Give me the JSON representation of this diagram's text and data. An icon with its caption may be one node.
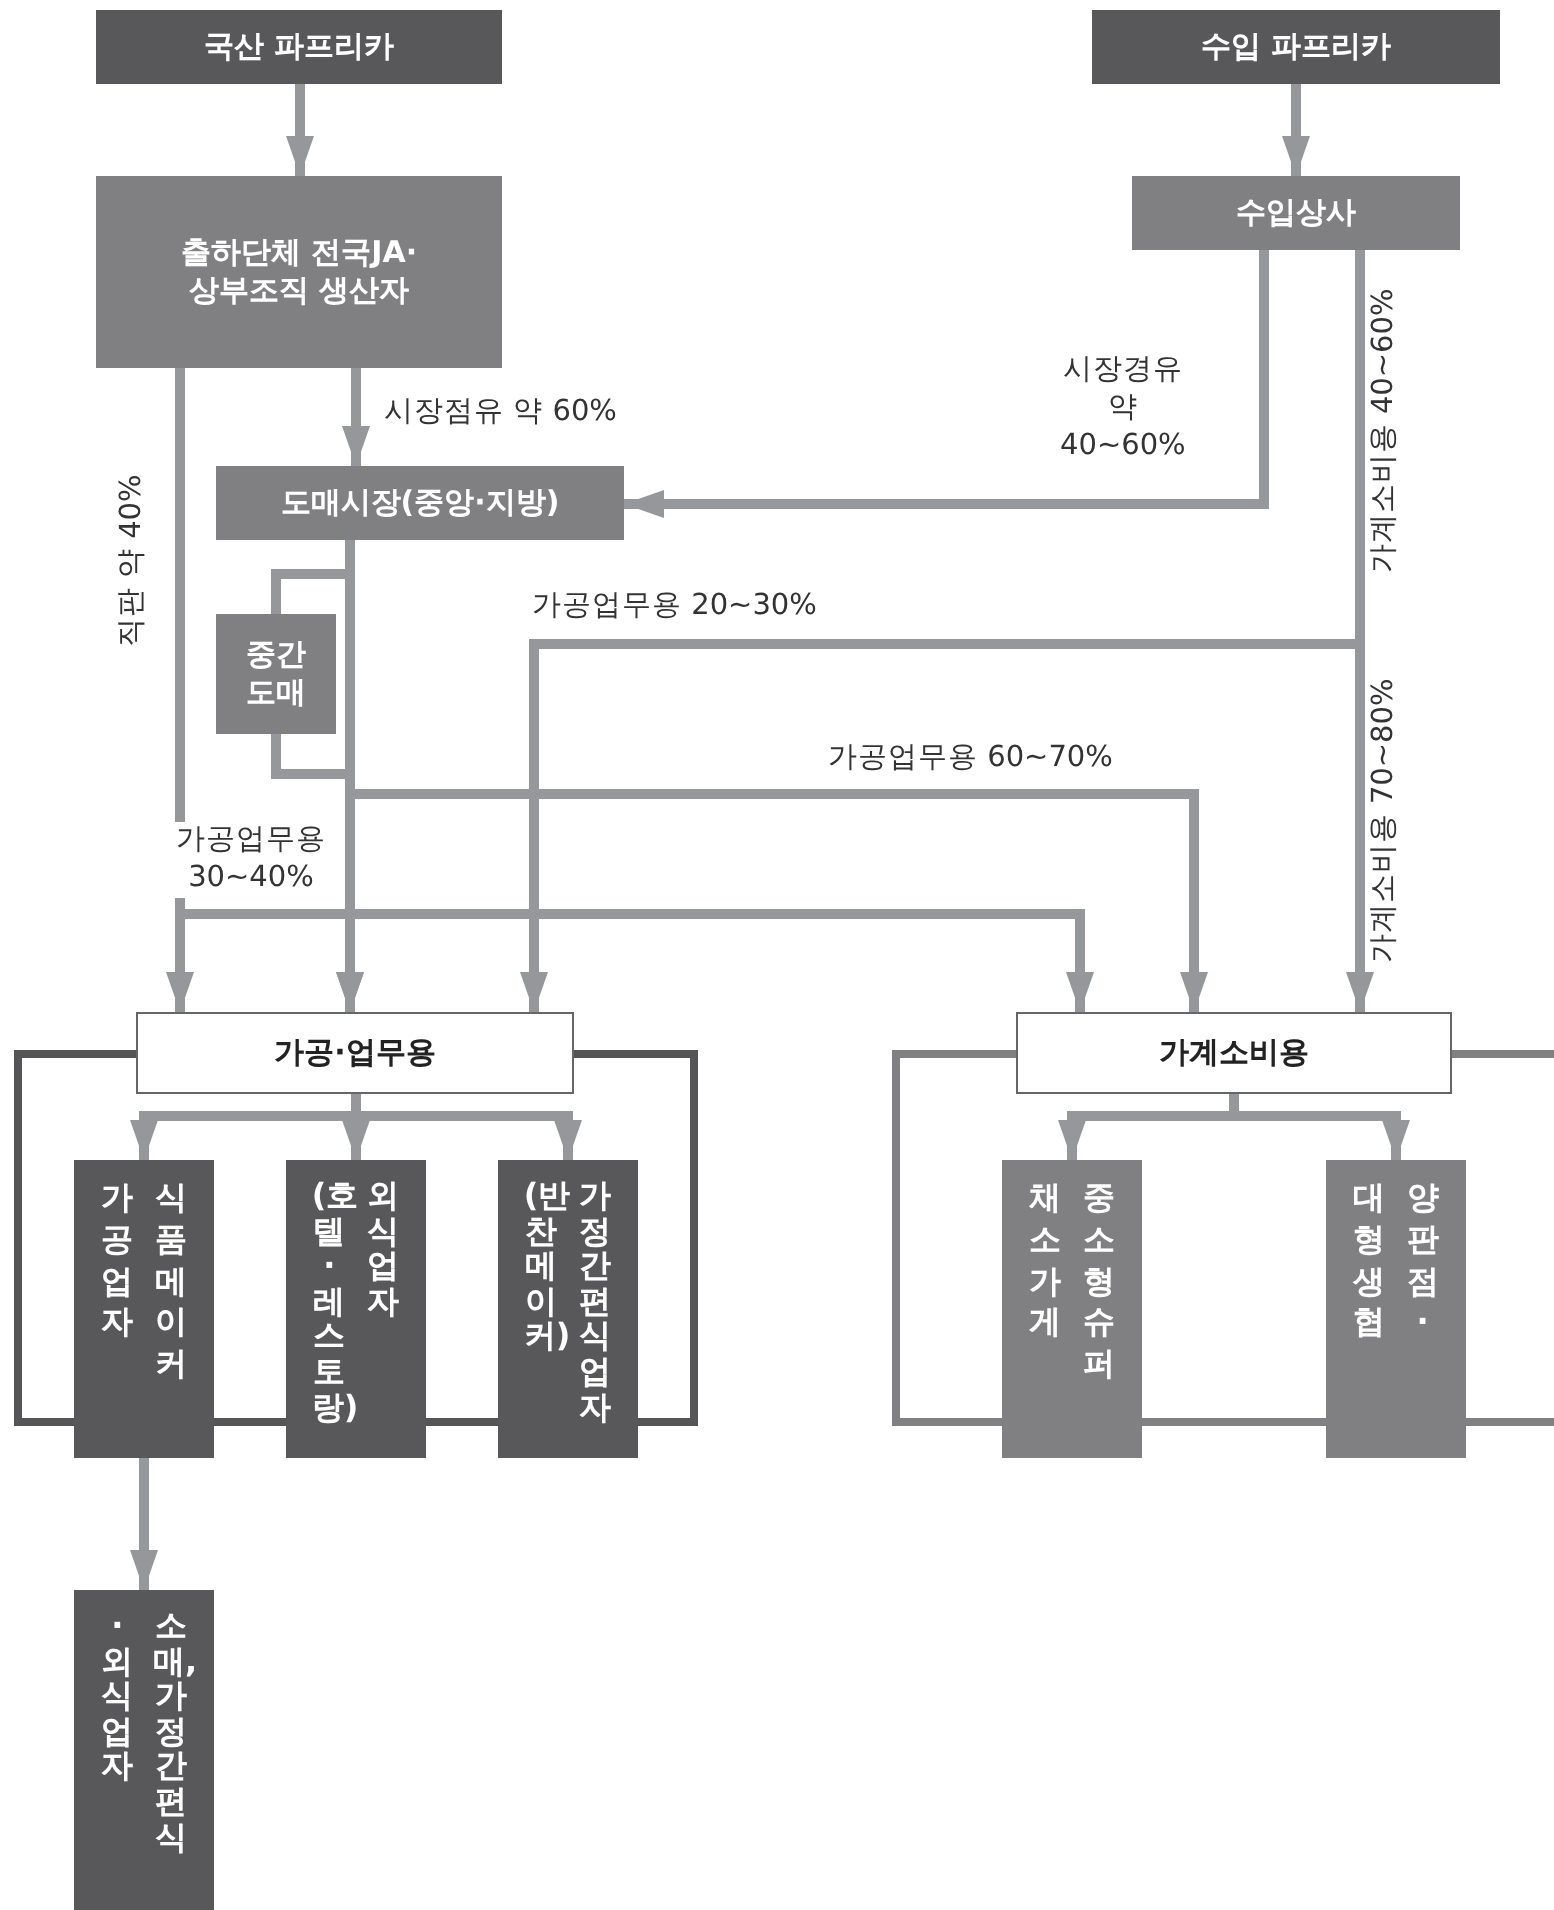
{
  "diagram": {
    "nodes": [
      {
        "text": [
          "국산 파프리카"
        ]
      },
      {
        "text": [
          "출하단체 전국JA·상부조직 생산자"
        ]
      },
      {
        "text": [
          "수입 파프리카"
        ]
      },
      {
        "text": [
          "수입상사"
        ]
      },
      {
        "text": [
          "도매시장(중앙·지방)"
        ]
      },
      {
        "text": [
          "중간 도매"
        ]
      },
      {
        "text": [
          "가공·업무용"
        ]
      },
      {
        "text": [
          "가계소비용"
        ]
      },
      {
        "text": [
          "가공업자",
          "식품메이커"
        ]
      },
      {
        "text": [
          "(호텔·레스토랑)",
          "외식업자"
        ]
      },
      {
        "text": [
          "(반찬메이커)",
          "가정간편식업자"
        ]
      },
      {
        "text": [
          "채소가게",
          "중소형 슈퍼"
        ]
      },
      {
        "text": [
          "대형 생협",
          "양판점·"
        ]
      },
      {
        "text": [
          "·외식업자",
          "소매, 가정간편식"
        ]
      }
    ],
    "edges": [
      {
        "from": 0,
        "to": 1,
        "arrow": "to"
      },
      {
        "from": 2,
        "to": 3,
        "arrow": "to"
      },
      {
        "from": 1,
        "to": 4,
        "arrow": "to",
        "label": "시장점유 약 60%"
      },
      {
        "from": 3,
        "to": 4,
        "arrow": "to",
        "label": "시장경유 약 40~60%"
      },
      {
        "from": 1,
        "to": 6,
        "arrow": "to",
        "label": "직판 약 40%"
      },
      {
        "from": 1,
        "to": 7,
        "arrow": "to"
      },
      {
        "from": 4,
        "to": 6,
        "arrow": "to"
      },
      {
        "from": 4,
        "to": 5,
        "arrow": "none"
      },
      {
        "from": 5,
        "to": 6,
        "arrow": "to"
      },
      {
        "from": 4,
        "to": 7,
        "arrow": "to",
        "label": "가공업무용 60~70%"
      },
      {
        "from": 3,
        "to": 6,
        "arrow": "to",
        "label": "가공업무용 20~30%"
      },
      {
        "from": 3,
        "to": 7,
        "arrow": "to",
        "label": "가계소비용 70~80%"
      },
      {
        "from": 6,
        "to": 8,
        "arrow": "to"
      },
      {
        "from": 6,
        "to": 9,
        "arrow": "to"
      },
      {
        "from": 6,
        "to": 10,
        "arrow": "to"
      },
      {
        "from": 7,
        "to": 11,
        "arrow": "to"
      },
      {
        "from": 7,
        "to": 12,
        "arrow": "to"
      },
      {
        "from": 8,
        "to": 13,
        "arrow": "to"
      }
    ],
    "labels": [
      "가계소비용 40~60%",
      "가공업무용 30~40%"
    ]
  }
}
